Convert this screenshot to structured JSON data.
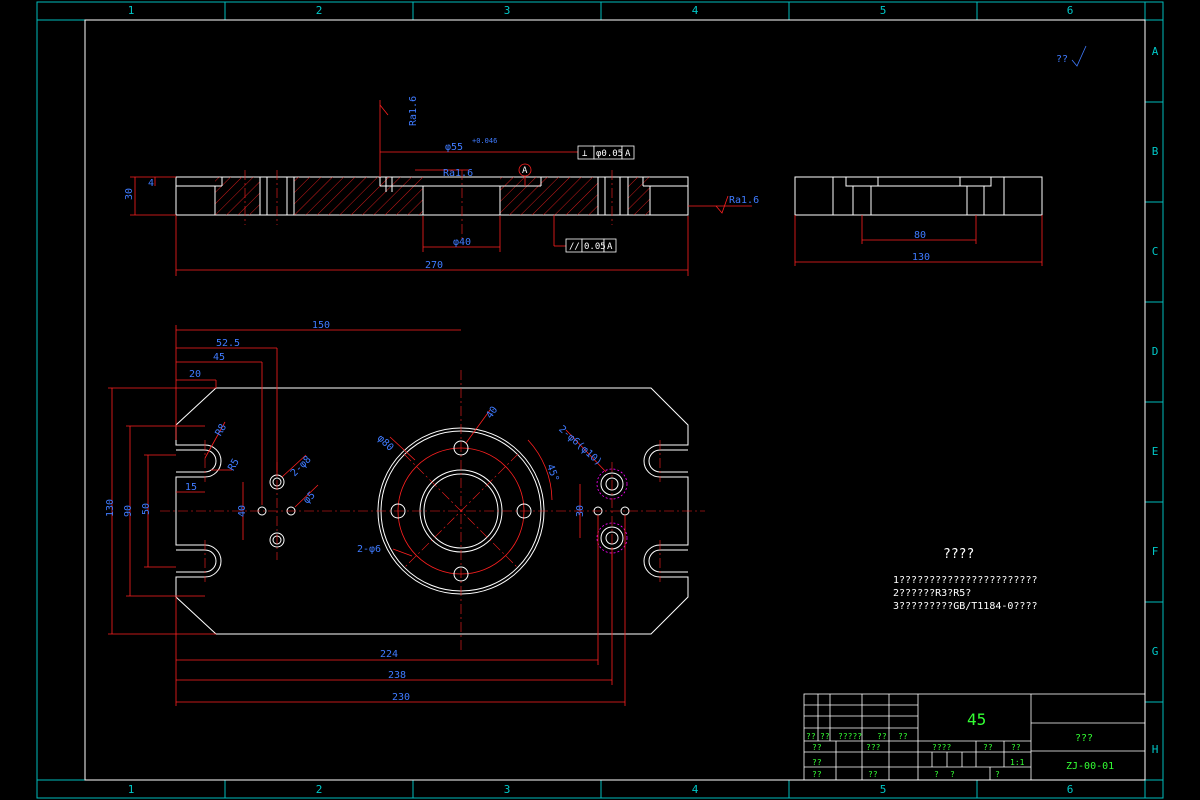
{
  "zones": {
    "columns": [
      "1",
      "2",
      "3",
      "4",
      "5",
      "6"
    ],
    "rows": [
      "A",
      "B",
      "C",
      "D",
      "E",
      "F",
      "G",
      "H"
    ]
  },
  "top_view_dims": {
    "width_total": "270",
    "bore_center": "φ40",
    "thickness": "30",
    "small_step": "4",
    "counterbore": "φ55",
    "fit_note": "+0.046",
    "roughness_top": "Ra1.6",
    "roughness_bore": "Ra1.6",
    "roughness_right": "Ra1.6"
  },
  "tolerances": {
    "perpendicularity": {
      "symbol": "⊥",
      "value": "φ0.05",
      "datum": "A"
    },
    "parallelism": {
      "symbol": "//",
      "value": "0.05",
      "datum": "A"
    },
    "datum_label": "A"
  },
  "side_view_dims": {
    "inner_width": "80",
    "total_width": "130"
  },
  "plan_view_dims": {
    "d150": "150",
    "d52_5": "52.5",
    "d45": "45",
    "d20": "20",
    "d15": "15",
    "d130": "130",
    "d90": "90",
    "d50": "50",
    "d40": "40",
    "d224": "224",
    "d238": "238",
    "d230": "230",
    "holes_left": "2-φ8",
    "hole_small": "φ5",
    "pcd": "φ80",
    "holes_bolt": "2-φ6",
    "flange_r": "R8",
    "slot_r": "R5",
    "hole_chain": "2-φ6(φ10)",
    "angle": "45°",
    "r_label": "R5",
    "v30": "30",
    "v40": "40"
  },
  "roughness_global": "??",
  "notes": {
    "heading": "????",
    "lines": [
      "1???????????????????????",
      "2??????R3?R5?",
      "3?????????GB/T1184-0????"
    ]
  },
  "title_block": {
    "material": "45",
    "part_name": "???",
    "drawing_no": "ZJ-00-01",
    "scale_label": "????",
    "cells": [
      "??",
      "??",
      "?????",
      "??",
      "??",
      "??",
      "??",
      "??",
      "??",
      "??",
      "??",
      "??",
      "?",
      "?",
      "?",
      "???",
      "1:1"
    ],
    "sheet": "1:1"
  }
}
